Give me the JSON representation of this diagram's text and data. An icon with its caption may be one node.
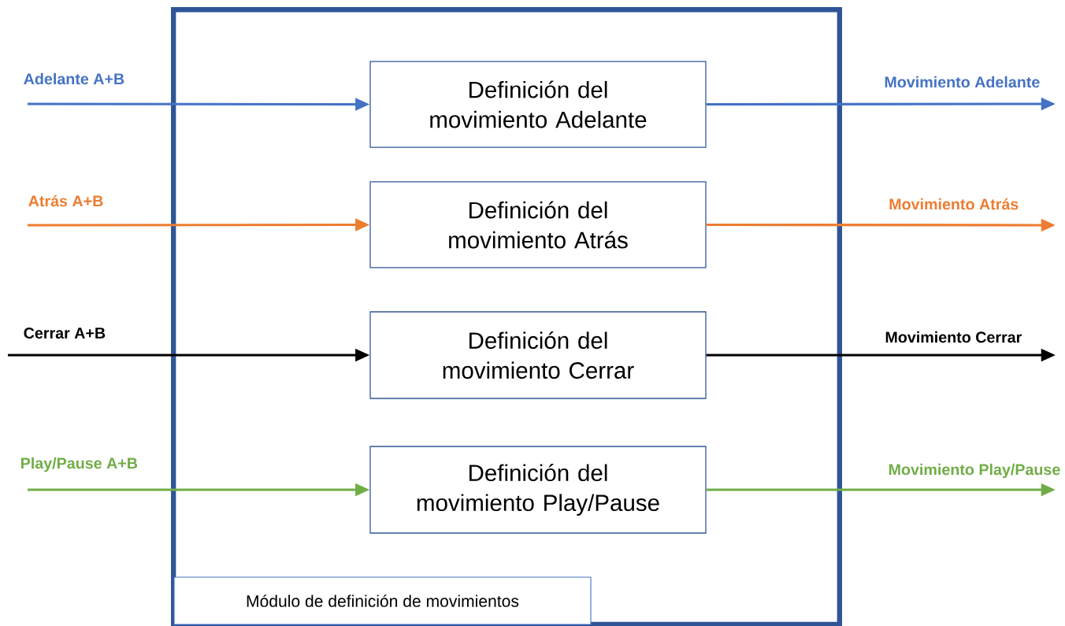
{
  "diagram": {
    "nodes": [
      {
        "text": [],
        "shape": "box"
      },
      {
        "text": [
          "Módulo de definición de movimientos"
        ],
        "in": 0
      },
      {
        "text": [
          "Definición del movimiento Adelante"
        ],
        "in": 0
      },
      {
        "text": [
          "Definición del movimiento Atrás"
        ],
        "in": 0
      },
      {
        "text": [
          "Definición del movimiento Cerrar"
        ],
        "in": 0
      },
      {
        "text": [
          "Definición del movimiento Play/Pause"
        ],
        "in": 0
      }
    ],
    "edges": [
      {
        "from": null,
        "to": 2,
        "arrow": "to",
        "label": "Adelante A+B",
        "color": "#4472c4"
      },
      {
        "from": 2,
        "to": null,
        "arrow": "to",
        "label": "Movimiento Adelante",
        "color": "#4472c4"
      },
      {
        "from": null,
        "to": 3,
        "arrow": "to",
        "label": "Atrás A+B",
        "color": "#ed7d31"
      },
      {
        "from": 3,
        "to": null,
        "arrow": "to",
        "label": "Movimiento Atrás",
        "color": "#ed7d31"
      },
      {
        "from": null,
        "to": 4,
        "arrow": "to",
        "label": "Cerrar A+B",
        "color": "#000000"
      },
      {
        "from": 4,
        "to": null,
        "arrow": "to",
        "label": "Movimiento Cerrar",
        "color": "#000000"
      },
      {
        "from": null,
        "to": 5,
        "arrow": "to",
        "label": "Play/Pause A+B",
        "color": "#70ad47"
      },
      {
        "from": 5,
        "to": null,
        "arrow": "to",
        "label": "Movimiento Play/Pause",
        "color": "#70ad47"
      }
    ]
  }
}
